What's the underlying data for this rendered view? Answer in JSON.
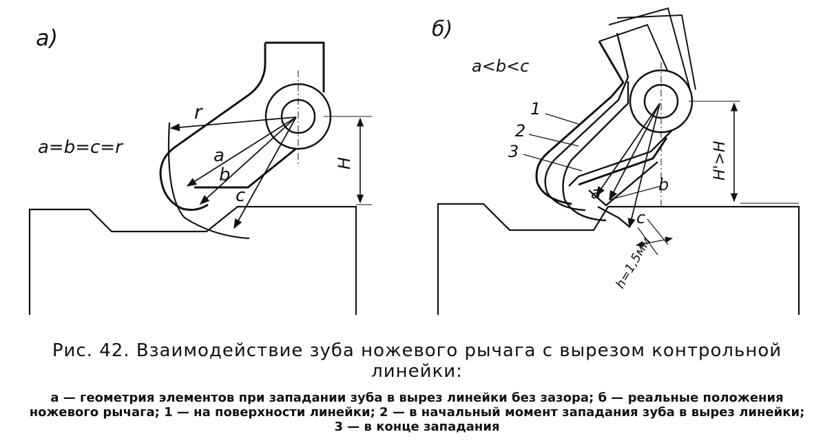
{
  "panel_a": {
    "tag": "a)",
    "formula": "a=b=c=r",
    "labels": {
      "r": "r",
      "a": "a",
      "b": "b",
      "c": "c",
      "H": "H"
    }
  },
  "panel_b": {
    "tag": "б)",
    "formula": "a<b<c",
    "labels": {
      "n1": "1",
      "n2": "2",
      "n3": "3",
      "a": "a",
      "b": "b",
      "c": "c",
      "H": "H'>H",
      "h": "h=1,5мм"
    }
  },
  "caption": {
    "title": "Рис. 42. Взаимодействие зуба ножевого рычага с вырезом контрольной линейки:",
    "legend": "а — геометрия элементов при западании зуба в вырез линейки без зазора; б — реальные положения ножевого рычага; 1 — на поверхности линейки; 2 — в начальный момент западания зуба в вырез линейки; 3 — в конце западания"
  }
}
